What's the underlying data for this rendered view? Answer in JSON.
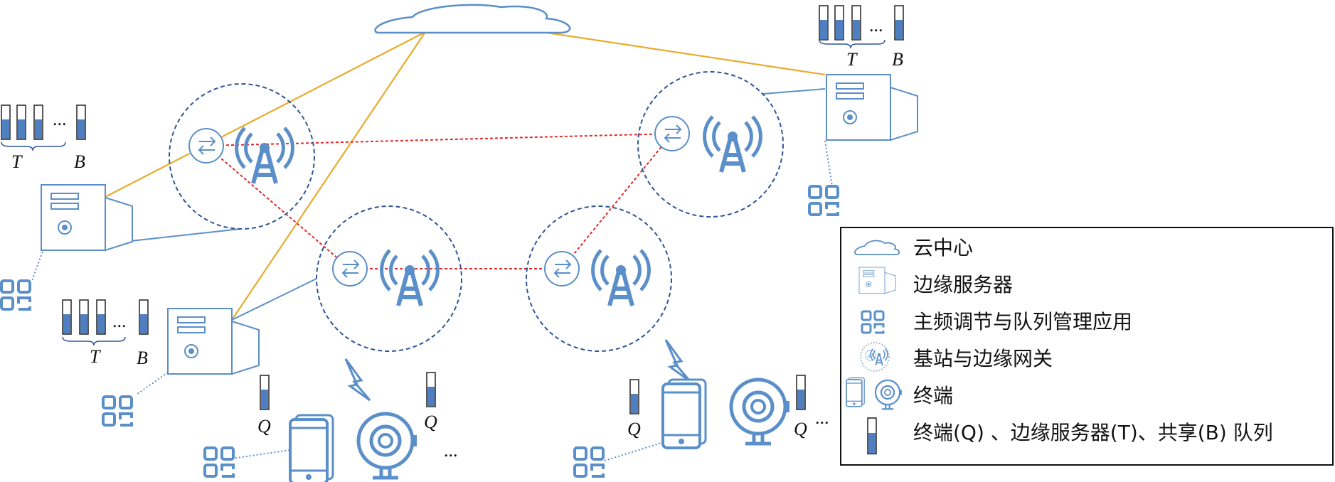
{
  "legend": {
    "items": [
      {
        "icon": "cloud-icon",
        "label": "云中心"
      },
      {
        "icon": "edge-server-icon",
        "label": "边缘服务器"
      },
      {
        "icon": "app-grid-icon",
        "label": "主频调节与队列管理应用"
      },
      {
        "icon": "base-station-gateway-icon",
        "label": "基站与边缘网关"
      },
      {
        "icon": "terminal-devices-icon",
        "label": "终端"
      },
      {
        "icon": "queue-bar-icon",
        "label": "终端(Q) 、边缘服务器(T)、共享(B) 队列"
      }
    ]
  },
  "queue_labels": {
    "server": "T",
    "shared": "B",
    "terminal": "Q"
  },
  "ellipsis": "...",
  "colors": {
    "blue": "#5b8fc9",
    "dark_blue": "#2f5597",
    "cloud_link": "#e8ab2e",
    "gateway_link": "#e5262a"
  }
}
